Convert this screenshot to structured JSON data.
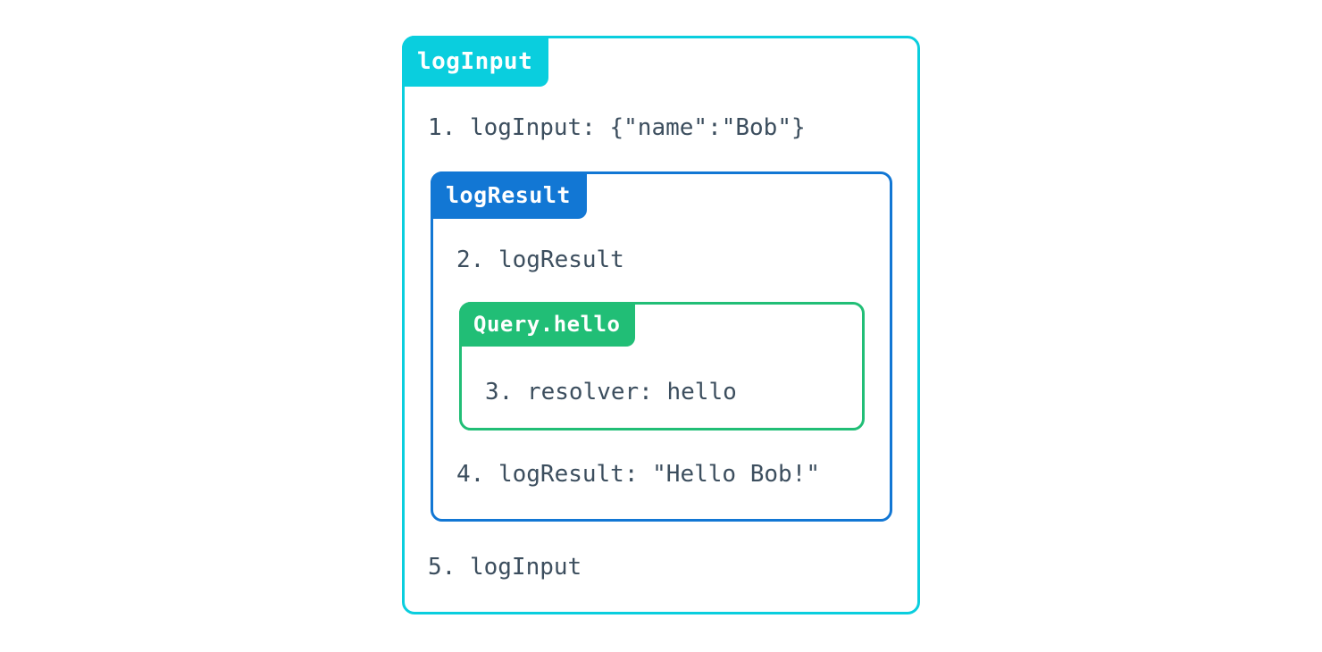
{
  "diagram": {
    "type": "nested-trace-spans",
    "background_color": "#FFFFFF",
    "text_color": "#3C4E5E",
    "spans": {
      "outer": {
        "label": "logInput",
        "color": "#0ACEDE",
        "name": "logInput"
      },
      "middle": {
        "label": "logResult",
        "color": "#1277D4",
        "name": "logResult"
      },
      "inner": {
        "label": "Query.hello",
        "color": "#21BE76",
        "name": "Query.hello"
      }
    },
    "log_lines": [
      {
        "index": "1.",
        "text": "logInput: {\"name\":\"Bob\"}",
        "full": "1. logInput: {\"name\":\"Bob\"}",
        "depth": 0
      },
      {
        "index": "2.",
        "text": "logResult",
        "full": "2. logResult",
        "depth": 1
      },
      {
        "index": "3.",
        "text": "resolver: hello",
        "full": "3. resolver: hello",
        "depth": 2
      },
      {
        "index": "4.",
        "text": "logResult: \"Hello Bob!\"",
        "full": "4. logResult: \"Hello Bob!\"",
        "depth": 1
      },
      {
        "index": "5.",
        "text": "logInput",
        "full": "5. logInput",
        "depth": 0
      }
    ]
  }
}
